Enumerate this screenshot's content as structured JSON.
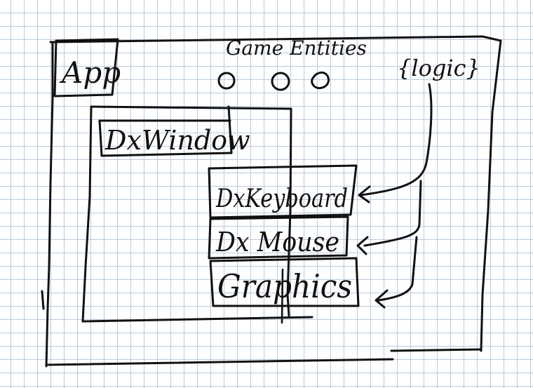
{
  "labels": {
    "app": "App",
    "game_entities": "Game Entities",
    "logic": "{logic}",
    "dx_window": "DxWindow",
    "dx_keyboard": "DxKeyboard",
    "dx_mouse": "Dx Mouse",
    "graphics": "Graphics"
  },
  "ink_color": "#111111",
  "grid_color": "#b9c9dc"
}
